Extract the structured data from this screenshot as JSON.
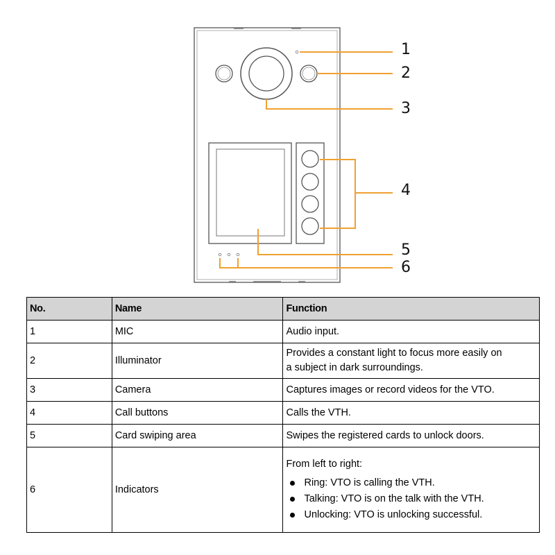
{
  "callouts": [
    "1",
    "2",
    "3",
    "4",
    "5",
    "6"
  ],
  "colors": {
    "callout_line": "#f0a030",
    "device_outline": "#555555",
    "header_bg": "#d4d4d4"
  },
  "table": {
    "headers": [
      "No.",
      "Name",
      "Function"
    ],
    "rows": [
      {
        "no": "1",
        "name": "MIC",
        "function": [
          "Audio input."
        ]
      },
      {
        "no": "2",
        "name": "Illuminator",
        "function": [
          "Provides a constant light to focus more easily on",
          "a subject in dark surroundings."
        ]
      },
      {
        "no": "3",
        "name": "Camera",
        "function": [
          "Captures images or record videos for the VTO."
        ]
      },
      {
        "no": "4",
        "name": "Call buttons",
        "function": [
          "Calls the VTH."
        ]
      },
      {
        "no": "5",
        "name": "Card swiping area",
        "function": [
          "Swipes the registered cards to unlock doors."
        ]
      },
      {
        "no": "6",
        "name": "Indicators",
        "intro": "From left to right:",
        "bullets": [
          "Ring: VTO is calling the VTH.",
          "Talking: VTO is on the talk with the VTH.",
          "Unlocking: VTO is unlocking successful."
        ]
      }
    ]
  }
}
